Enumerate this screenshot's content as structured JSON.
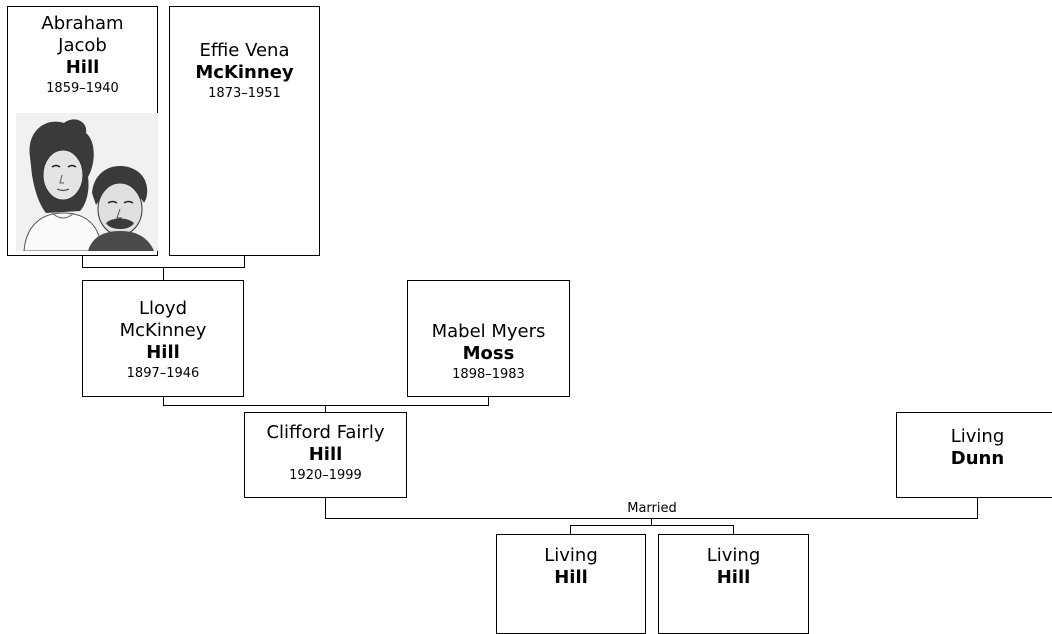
{
  "people": {
    "abraham": {
      "given": "Abraham Jacob",
      "surname": "Hill",
      "years": "1859–1940"
    },
    "effie": {
      "given": "Effie Vena",
      "surname": "McKinney",
      "years": "1873–1951"
    },
    "lloyd": {
      "given": "Lloyd McKinney",
      "surname": "Hill",
      "years": "1897–1946"
    },
    "mabel": {
      "given": "Mabel Myers",
      "surname": "Moss",
      "years": "1898–1983"
    },
    "clifford": {
      "given": "Clifford Fairly",
      "surname": "Hill",
      "years": "1920–1999"
    },
    "dunn": {
      "given": "Living",
      "surname": "Dunn"
    },
    "child1": {
      "given": "Living",
      "surname": "Hill"
    },
    "child2": {
      "given": "Living",
      "surname": "Hill"
    }
  },
  "marriage_label": "Married",
  "colors": {
    "line": "#000000",
    "box_border": "#000000",
    "background": "#ffffff"
  }
}
